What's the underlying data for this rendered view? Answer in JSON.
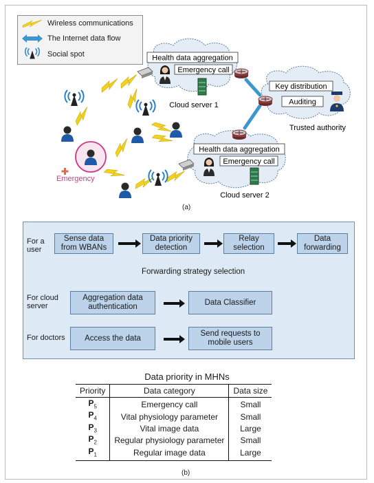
{
  "legend": {
    "wireless": "Wireless communications",
    "internet": "The Internet data flow",
    "social_spot": "Social spot"
  },
  "panel_a": {
    "cloud1": {
      "aggregation": "Health data aggregation",
      "emergency": "Emergency call",
      "name": "Cloud server 1"
    },
    "cloud2": {
      "aggregation": "Health data aggregation",
      "emergency": "Emergency call",
      "name": "Cloud server 2"
    },
    "trusted": {
      "key": "Key distribution",
      "auditing": "Auditing",
      "name": "Trusted authority"
    },
    "emergency_label": "Emergency",
    "caption": "(a)"
  },
  "panel_b": {
    "user_label": "For a user",
    "user_steps": [
      "Sense data from WBANs",
      "Data priority detection",
      "Relay selection",
      "Data forwarding"
    ],
    "strategy": "Forwarding strategy selection",
    "cloud_label": "For cloud server",
    "cloud_steps": [
      "Aggregation data authentication",
      "Data Classifier"
    ],
    "doctor_label": "For doctors",
    "doctor_steps": [
      "Access the data",
      "Send requests to mobile users"
    ],
    "caption": "(b)"
  },
  "priority_table": {
    "title": "Data priority in MHNs",
    "headers": [
      "Priority",
      "Data category",
      "Data size"
    ],
    "rows": [
      {
        "p": "P",
        "sub": "5",
        "category": "Emergency call",
        "size": "Small"
      },
      {
        "p": "P",
        "sub": "4",
        "category": "Vital physiology parameter",
        "size": "Small"
      },
      {
        "p": "P",
        "sub": "3",
        "category": "Vital image data",
        "size": "Large"
      },
      {
        "p": "P",
        "sub": "2",
        "category": "Regular physiology parameter",
        "size": "Small"
      },
      {
        "p": "P",
        "sub": "1",
        "category": "Regular image data",
        "size": "Large"
      }
    ]
  },
  "colors": {
    "cloud_fill": "#e4ecf6",
    "cloud_stroke": "#5b7fa3",
    "box_fill": "#bcd3ea",
    "panel_fill": "#dde9f4",
    "bolt": "#f2d21e",
    "data_flow": "#3d97cf",
    "emergency": "#cc3a8a"
  }
}
